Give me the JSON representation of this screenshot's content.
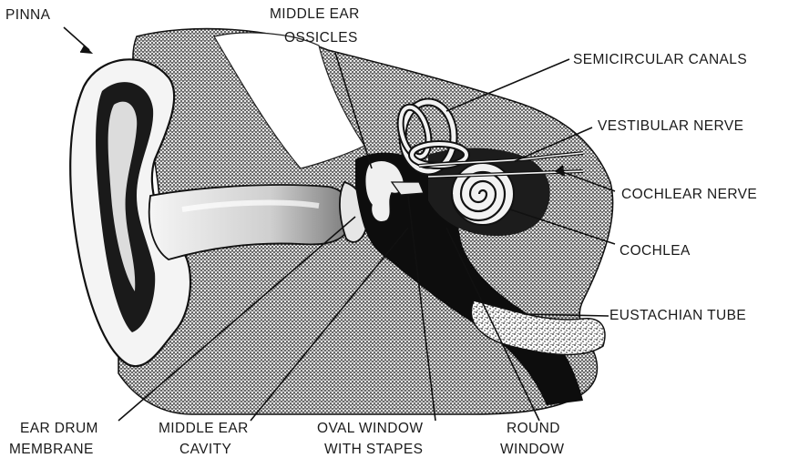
{
  "labels": {
    "pinna": "PINNA",
    "middle_ear_ossicles": [
      "MIDDLE EAR",
      "OSSICLES"
    ],
    "semicircular_canals": "SEMICIRCULAR CANALS",
    "vestibular_nerve": "VESTIBULAR NERVE",
    "cochlear_nerve": "COCHLEAR NERVE",
    "cochlea": "COCHLEA",
    "eustachian_tube": "EUSTACHIAN TUBE",
    "ear_drum_membrane": [
      "EAR DRUM",
      "MEMBRANE"
    ],
    "middle_ear_cavity": [
      "MIDDLE EAR",
      "CAVITY"
    ],
    "oval_window": [
      "OVAL WINDOW",
      "WITH STAPES"
    ],
    "round_window": [
      "ROUND",
      "WINDOW"
    ]
  },
  "colors": {
    "ink": "#111111",
    "bone_stipple": "#2a2a2a",
    "skin_light": "#f2f2f2",
    "cavity": "#0d0d0d"
  }
}
